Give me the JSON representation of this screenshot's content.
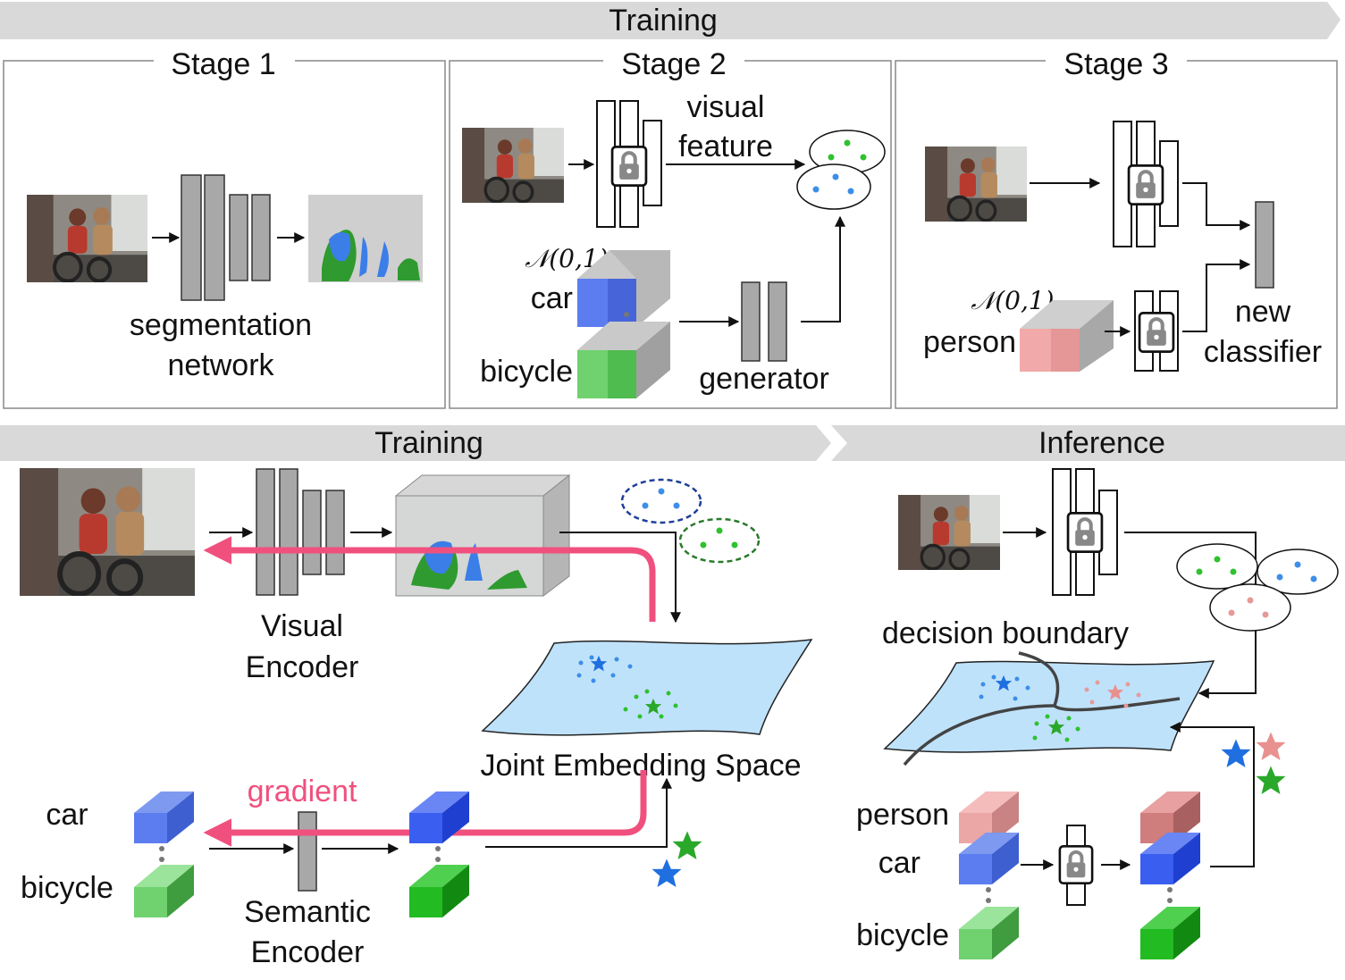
{
  "top_banner": {
    "title": "Training"
  },
  "stage1": {
    "title": "Stage 1",
    "label_line1": "segmentation",
    "label_line2": "network"
  },
  "stage2": {
    "title": "Stage 2",
    "feature_line1": "visual",
    "feature_line2": "feature",
    "noise": "𝒩(0,1)",
    "class_car": "car",
    "class_bicycle": "bicycle",
    "generator": "generator"
  },
  "stage3": {
    "title": "Stage 3",
    "noise": "𝒩(0,1)",
    "class_person": "person",
    "classifier_line1": "new",
    "classifier_line2": "classifier"
  },
  "bottom_training": {
    "title": "Training",
    "visual_encoder_line1": "Visual",
    "visual_encoder_line2": "Encoder",
    "joint_space": "Joint Embedding Space",
    "gradient": "gradient",
    "class_car": "car",
    "class_bicycle": "bicycle",
    "semantic_encoder_line1": "Semantic",
    "semantic_encoder_line2": "Encoder"
  },
  "inference": {
    "title": "Inference",
    "decision_boundary": "decision boundary",
    "class_person": "person",
    "class_car": "car",
    "class_bicycle": "bicycle"
  },
  "colors": {
    "banner": "#d9d9d9",
    "block": "#a8a8a8",
    "car": "#4a6fe0",
    "bicycle": "#43b843",
    "person": "#e79a9a",
    "gradient": "#f0507e",
    "space": "#bfe2fb",
    "star_blue": "#1f6fe0",
    "star_green": "#2aa82a",
    "star_pink": "#e8918f"
  }
}
